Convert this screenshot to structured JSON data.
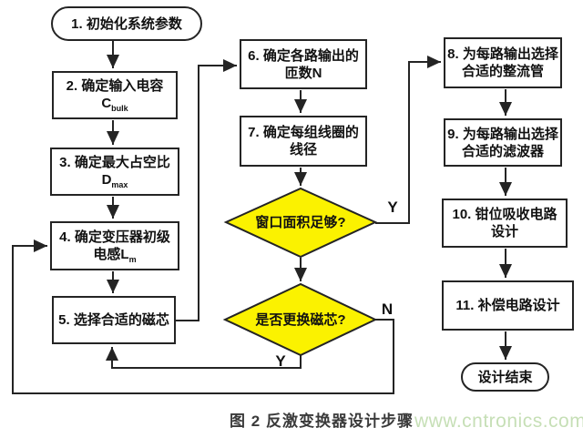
{
  "figure": {
    "caption": "图 2 反激变换器设计步骤",
    "watermark": "www.cntronics.com",
    "colors": {
      "decision_fill": "#FBF200",
      "line": "#242424",
      "watermark_text": "#c6dfb6",
      "caption_text": "#3a3a3a"
    }
  },
  "flowchart": {
    "start": {
      "label": "1. 初始化系统参数"
    },
    "step2": {
      "line1": "2. 确定输入电容",
      "sym": "C",
      "sub": "bulk"
    },
    "step3": {
      "line1": "3. 确定最大占空比",
      "sym": "D",
      "sub": "max"
    },
    "step4": {
      "line1": "4. 确定变压器初级",
      "line2": "电感L",
      "sub": "m"
    },
    "step5": {
      "label": "5. 选择合适的磁芯"
    },
    "step6": {
      "line1": "6. 确定各路输出的",
      "line2": "匝数N"
    },
    "step7": {
      "line1": "7. 确定每组线圈的",
      "line2": "线径"
    },
    "decision1": {
      "label": "窗口面积足够?",
      "yes": "Y"
    },
    "decision2": {
      "label": "是否更换磁芯?",
      "no": "N",
      "yes": "Y"
    },
    "step8": {
      "line1": "8. 为每路输出选择",
      "line2": "合适的整流管"
    },
    "step9": {
      "line1": "9. 为每路输出选择",
      "line2": "合适的滤波器"
    },
    "step10": {
      "line1": "10. 钳位吸收电路",
      "line2": "设计"
    },
    "step11": {
      "label": "11. 补偿电路设计"
    },
    "end": {
      "label": "设计结束"
    }
  }
}
